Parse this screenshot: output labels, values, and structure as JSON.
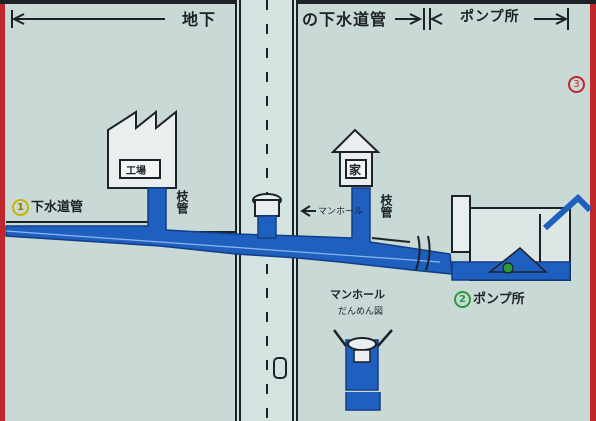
{
  "header": {
    "underground_label": "地下",
    "sewer_pipe_label": "の下水道管",
    "pump_station_label": "ポンプ所"
  },
  "labels": {
    "factory_sign": "工場",
    "house_sign": "家",
    "sewer_main": "下水道管",
    "branch_pipe_left": "枝管",
    "branch_pipe_right": "枝管",
    "manhole_arrow": "マンホール",
    "manhole_mascot_title": "マンホール",
    "manhole_mascot_sub": "だんめん図",
    "pump_station_item": "ポンプ所"
  },
  "markers": {
    "one": "1",
    "two": "2",
    "three": "3"
  },
  "colors": {
    "background": "#c9d9d6",
    "pipe_blue": "#1f5fc0",
    "road_line": "#1d2128",
    "marker_one": "#c8b400",
    "marker_two": "#2a9a3a",
    "marker_three": "#c0262c",
    "frame_red": "#c0262c"
  }
}
